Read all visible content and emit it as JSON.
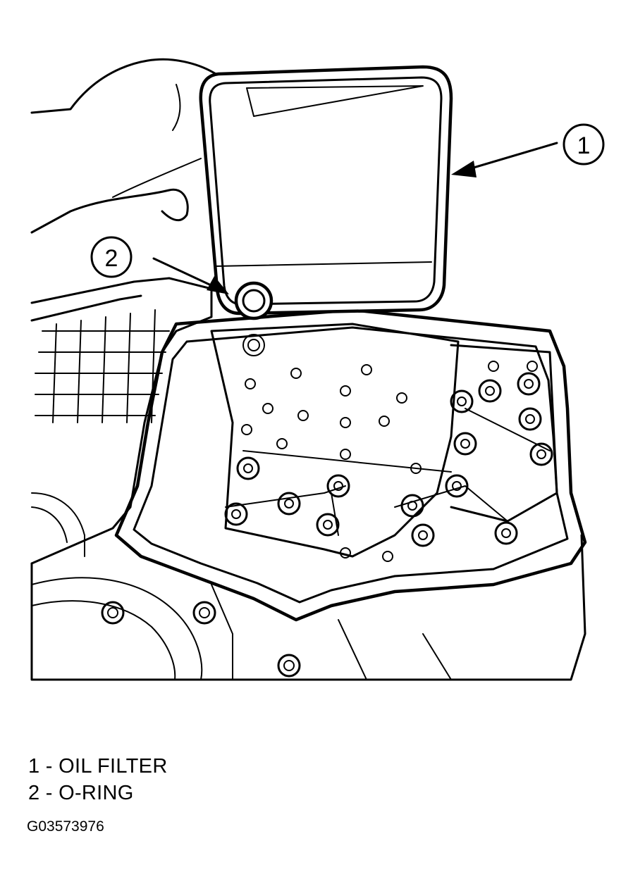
{
  "callouts": [
    {
      "number": "1",
      "label": "OIL FILTER"
    },
    {
      "number": "2",
      "label": "O-RING"
    }
  ],
  "legend": {
    "line_1": "1 - OIL FILTER",
    "line_2": "2 - O-RING"
  },
  "figure_id": "G03573976"
}
